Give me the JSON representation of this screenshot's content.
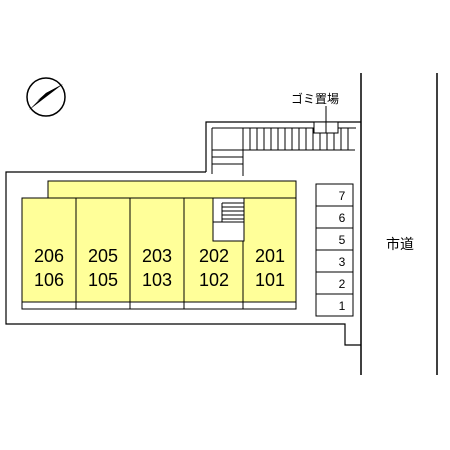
{
  "plan": {
    "road_label": "市道",
    "garbage_label": "ゴミ置場",
    "north_icon": "north-arrow-icon",
    "colors": {
      "unit_fill": "#ffff99",
      "line": "#000000",
      "background": "#ffffff"
    },
    "units": [
      {
        "upper": "206",
        "lower": "106"
      },
      {
        "upper": "205",
        "lower": "105"
      },
      {
        "upper": "203",
        "lower": "103"
      },
      {
        "upper": "202",
        "lower": "102"
      },
      {
        "upper": "201",
        "lower": "101"
      }
    ],
    "parking_spaces": [
      "7",
      "6",
      "5",
      "3",
      "2",
      "1"
    ]
  }
}
